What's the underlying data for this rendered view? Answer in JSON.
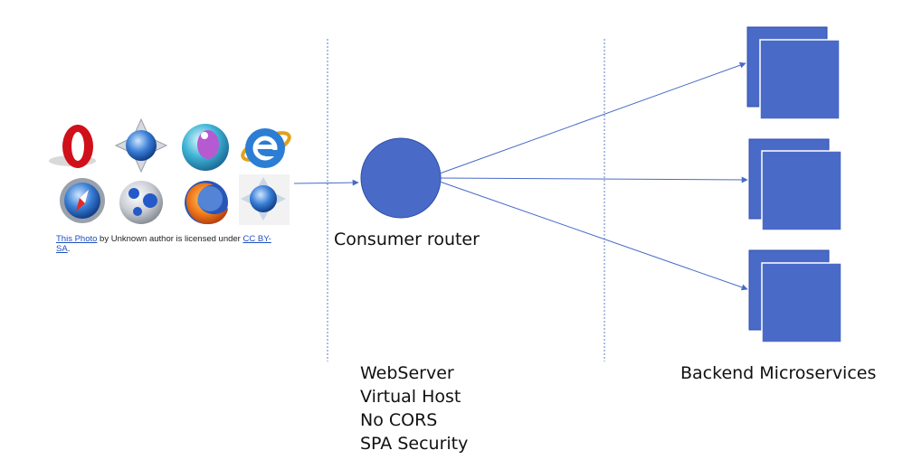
{
  "attribution": {
    "link_text": "This Photo",
    "middle_text": " by Unknown author is licensed under ",
    "license_text": "CC BY-SA",
    "end_text": "."
  },
  "router": {
    "label": "Consumer router"
  },
  "webserver": {
    "items": [
      "WebServer",
      "Virtual Host",
      "No CORS",
      "SPA Security"
    ]
  },
  "backend": {
    "label": "Backend Microservices"
  },
  "browsers": [
    "opera-icon",
    "camino-icon",
    "seamonkey-icon",
    "internet-explorer-icon",
    "safari-icon",
    "flock-icon",
    "firefox-icon",
    "konqueror-icon"
  ],
  "colors": {
    "shape_fill": "#4a6ac8",
    "shape_stroke": "#2f4fa8",
    "connector": "#4a6ac8",
    "divider": "#5b7fc7"
  }
}
